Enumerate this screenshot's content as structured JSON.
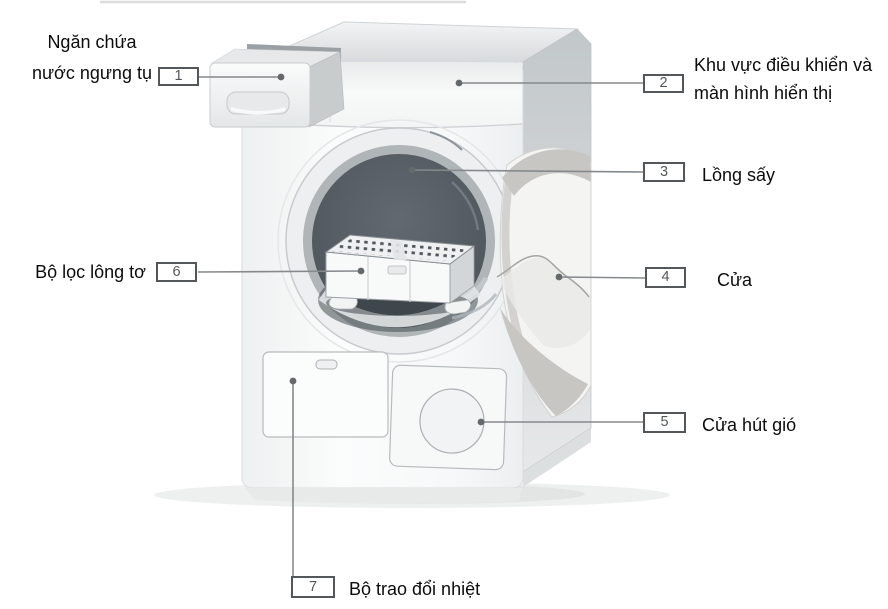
{
  "figure": {
    "illustration": "condenser-dryer-front-view",
    "callout_count": "7"
  },
  "callouts": [
    {
      "number": "1",
      "lines": [
        "Ngăn chứa",
        "nước ngưng tụ"
      ]
    },
    {
      "number": "2",
      "lines": [
        "Khu vực điều khiển và",
        "màn hình hiển thị"
      ]
    },
    {
      "number": "3",
      "lines": [
        "Lồng sấy"
      ]
    },
    {
      "number": "4",
      "lines": [
        "Cửa"
      ]
    },
    {
      "number": "5",
      "lines": [
        "Cửa hút gió"
      ]
    },
    {
      "number": "6",
      "lines": [
        "Bộ lọc lông tơ"
      ]
    },
    {
      "number": "7",
      "lines": [
        "Bộ trao đổi nhiệt"
      ]
    }
  ],
  "colors": {
    "background": "#ffffff",
    "label_text": "#0c0c0c",
    "callout_line": "#85898c",
    "callout_dot": "#64696c",
    "callout_box_border": "#53575a",
    "drum_interior": "#545b61",
    "machine_side": "#c5c9cb",
    "door_rim": "#c8c6c2"
  }
}
